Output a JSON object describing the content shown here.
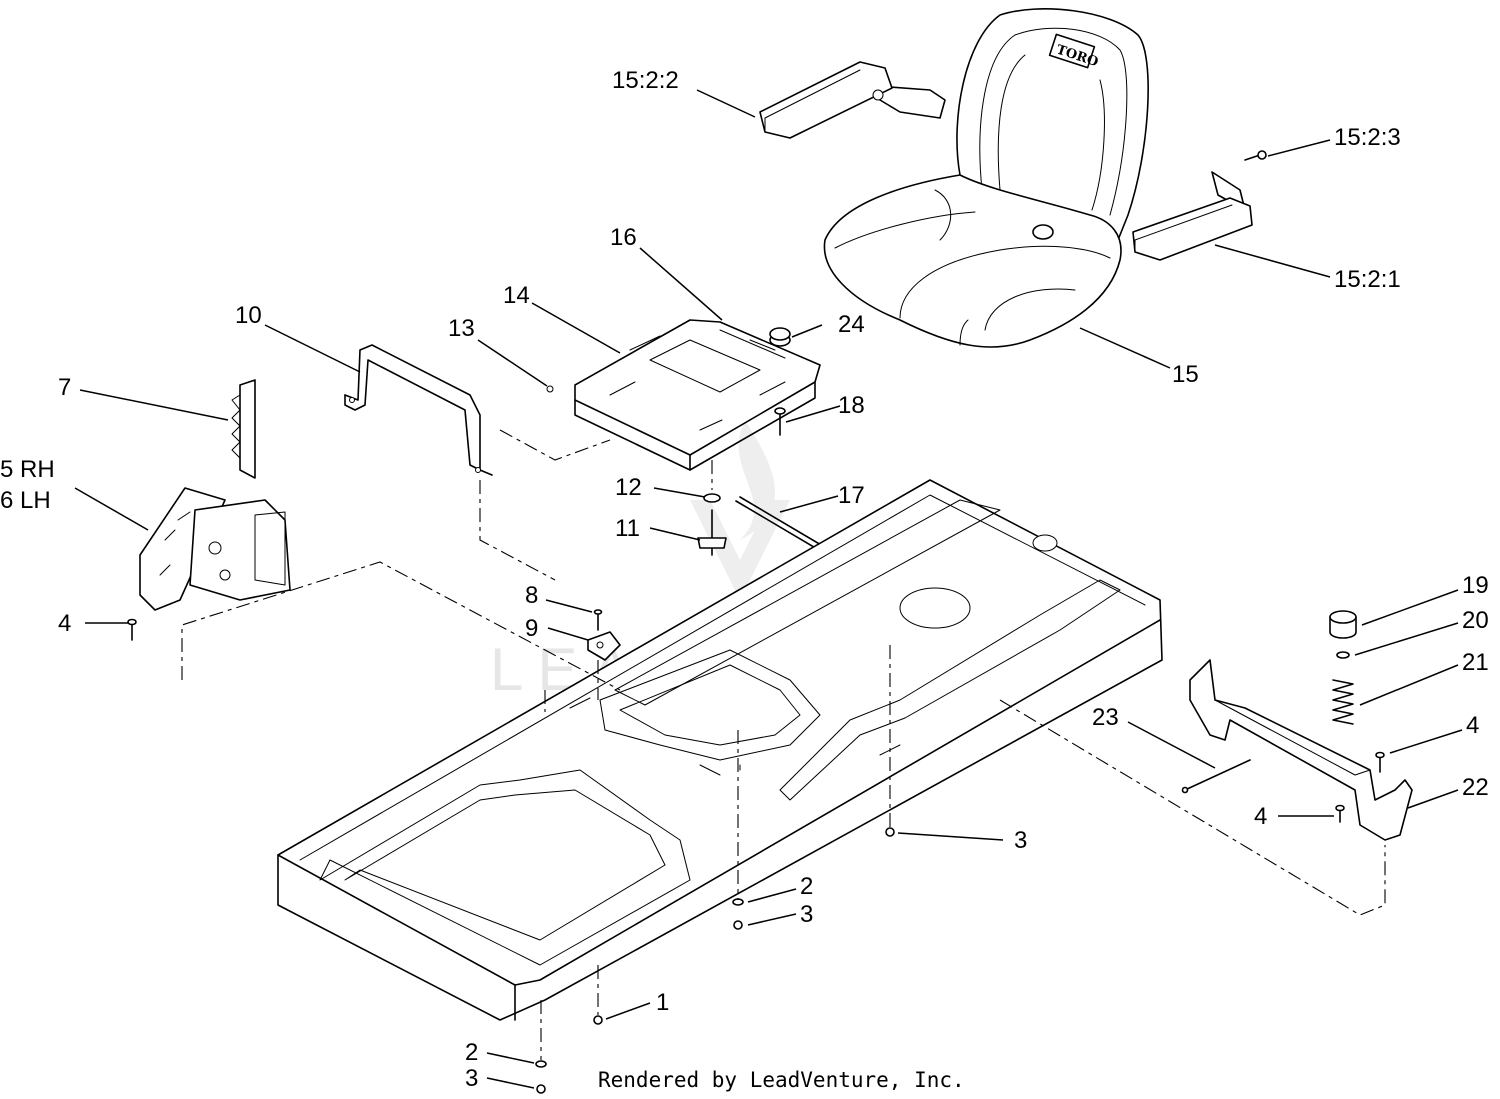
{
  "watermark": "LEADVENTURE",
  "credit": "Rendered by LeadVenture, Inc.",
  "seat_brand": "TORO",
  "callouts": {
    "c15_2_2": "15:2:2",
    "c15_2_3": "15:2:3",
    "c15_2_1": "15:2:1",
    "c15": "15",
    "c16": "16",
    "c14": "14",
    "c24": "24",
    "c13": "13",
    "c10": "10",
    "c18": "18",
    "c7": "7",
    "c5rh": "5 RH",
    "c6lh": "6 LH",
    "c12": "12",
    "c17": "17",
    "c11": "11",
    "c19": "19",
    "c20": "20",
    "c21": "21",
    "c4_left": "4",
    "c8": "8",
    "c9": "9",
    "c4_right_top": "4",
    "c23": "23",
    "c22": "22",
    "c4_right_bottom": "4",
    "c3_mid": "3",
    "c2_mid": "2",
    "c3_mid_low": "3",
    "c1": "1",
    "c2_bottom": "2",
    "c3_bottom": "3"
  }
}
